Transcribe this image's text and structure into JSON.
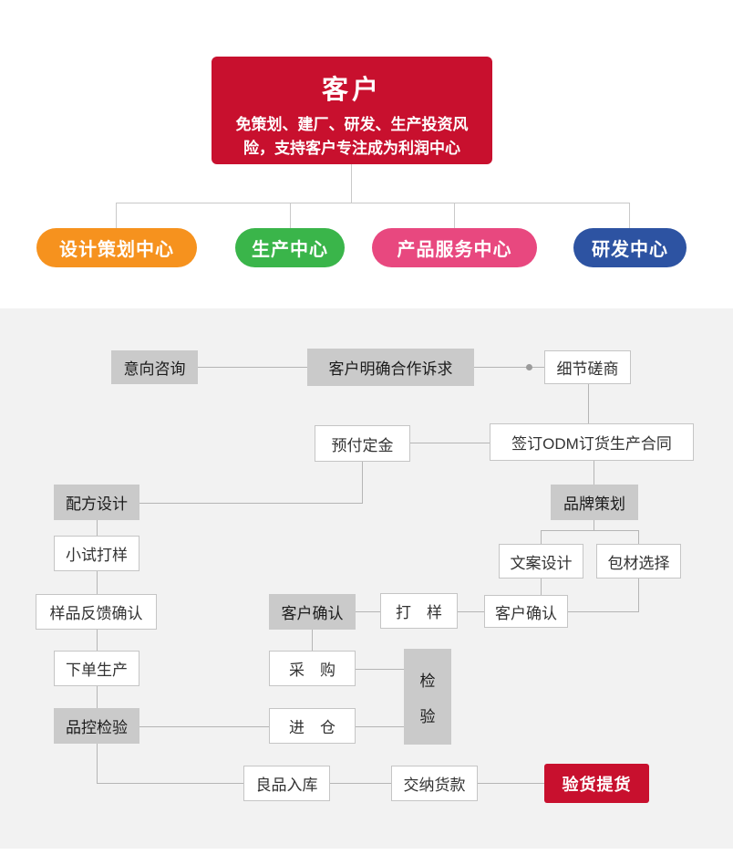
{
  "org_chart": {
    "root": {
      "title": "客户",
      "subtitle_lines": [
        "免策划、建厂、研发、生产投资风",
        "险，支持客户专注成为利润中心"
      ]
    },
    "centers": [
      {
        "label": "设计策划中心",
        "color": "#f6921e"
      },
      {
        "label": "生产中心",
        "color": "#3ab54a"
      },
      {
        "label": "产品服务中心",
        "color": "#e8487f"
      },
      {
        "label": "研发中心",
        "color": "#2d53a2"
      }
    ]
  },
  "flowchart": {
    "nodes": {
      "intent": "意向咨询",
      "clarify": "客户明确合作诉求",
      "negotiate": "细节磋商",
      "deposit": "预付定金",
      "contract": "签订ODM订货生产合同",
      "formula": "配方设计",
      "brand": "品牌策划",
      "trial": "小试打样",
      "copywriting": "文案设计",
      "packaging": "包材选择",
      "sample_feedback": "样品反馈确认",
      "customer_confirm_1": "客户确认",
      "sampling": "打　样",
      "customer_confirm_2": "客户确认",
      "order_production": "下单生产",
      "purchasing": "采　购",
      "inspection_l1": "检",
      "inspection_l2": "验",
      "qc_inspection": "品控检验",
      "warehouse_in": "进　仓",
      "good_products_in": "良品入库",
      "payment": "交纳货款",
      "pickup": "验货提货"
    }
  },
  "colors": {
    "brand_red": "#c8102e",
    "pill_orange": "#f6921e",
    "pill_green": "#3ab54a",
    "pill_pink": "#e8487f",
    "pill_blue": "#2d53a2",
    "gray_node": "#cacaca",
    "section_background": "#f2f2f2",
    "connector_line": "#b5b5b5"
  }
}
